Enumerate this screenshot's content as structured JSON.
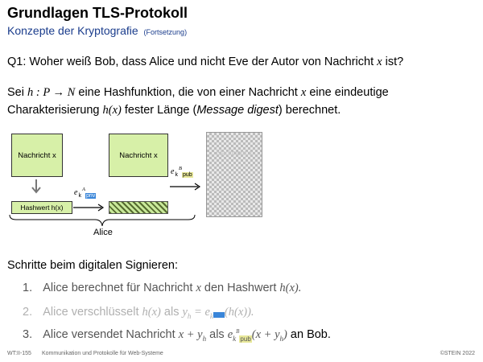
{
  "header": {
    "title": "Grundlagen TLS-Protokoll",
    "subtitle": "Konzepte der Kryptografie",
    "subtitle_note": "(Fortsetzung)"
  },
  "question": {
    "text": "Q1: Woher weiß Bob, dass Alice und nicht Eve der Autor von Nachricht",
    "var": "x",
    "end": "ist?"
  },
  "intro": {
    "p1": "Sei",
    "formula": "h : P → N",
    "p2": "eine Hashfunktion, die von einer Nachricht",
    "var": "x",
    "p3": "eine eindeutige",
    "p4": "Charakterisierung",
    "hx": "h(x)",
    "p5": "fester Länge (",
    "em": "Message digest",
    "p6": ") berechnet."
  },
  "diagram": {
    "msg1": "Nachricht x",
    "hash": "Hashwert h(x)",
    "msg2": "Nachricht x",
    "msg3": "Nachricht x",
    "key_priv_base": "e",
    "key_priv_sub": "k",
    "key_priv_sup": "A",
    "key_priv_tag": "priv",
    "key_pub_base": "e",
    "key_pub_sub": "k",
    "key_pub_sup": "B",
    "key_pub_tag": "pub",
    "group_label": "Alice"
  },
  "steps": {
    "heading": "Schritte beim digitalen Signieren:",
    "items": [
      {
        "num": "1.",
        "a": "Alice berechnet für Nachricht",
        "v1": "x",
        "b": "den Hashwert",
        "v2": "h(x)."
      },
      {
        "num": "2.",
        "a": "Alice verschlüsselt",
        "v1": "h(x)",
        "b": "als",
        "v2": "y",
        "v2sub": "h",
        "c": "= e",
        "csub": "k",
        "d": "(h(x))."
      },
      {
        "num": "3.",
        "a": "Alice versendet Nachricht",
        "v1": "x + y",
        "v1sub": "h",
        "b": "als",
        "c": "e",
        "csub": "k",
        "csup": "B",
        "ctag": "pub",
        "d": "(x + y",
        "dsub": "h",
        "e": ")",
        "f": "an Bob."
      }
    ]
  },
  "footer": {
    "left": "WT:II-155",
    "center": "Kommunikation und Protokolle für Web-Systeme",
    "right": "©STEIN 2022"
  },
  "colors": {
    "subtitle": "#1a3c8c",
    "box_fill": "#d7f0a8",
    "key_priv": "#3a86d9",
    "key_pub": "#e8e89a"
  }
}
